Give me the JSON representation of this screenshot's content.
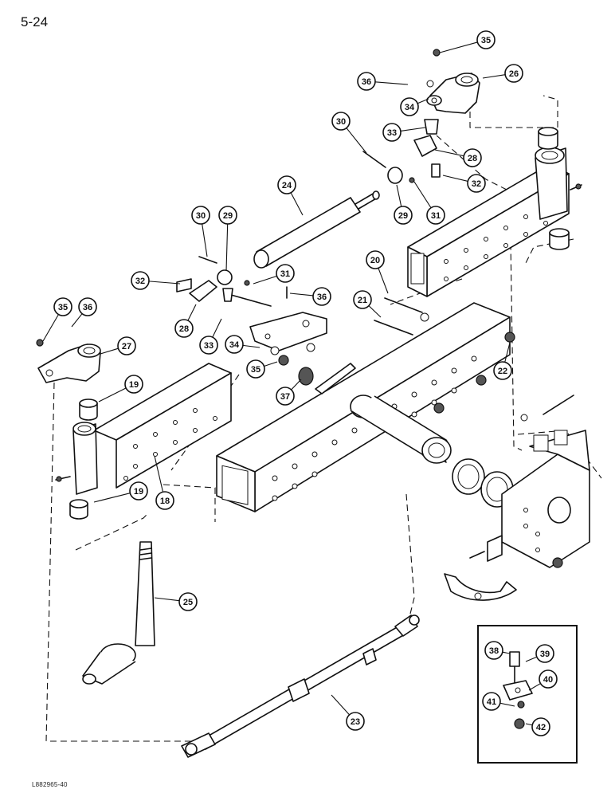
{
  "page": {
    "number": "5-24",
    "drawing_id": "L882965-40"
  },
  "callouts": [
    "35",
    "36",
    "26",
    "34",
    "33",
    "30",
    "28",
    "32",
    "29",
    "31",
    "24",
    "30",
    "29",
    "31",
    "32",
    "20",
    "36",
    "21",
    "35",
    "36",
    "27",
    "28",
    "33",
    "34",
    "35",
    "22",
    "37",
    "19",
    "18",
    "19",
    "25",
    "23",
    "38",
    "39",
    "40",
    "41",
    "42"
  ]
}
